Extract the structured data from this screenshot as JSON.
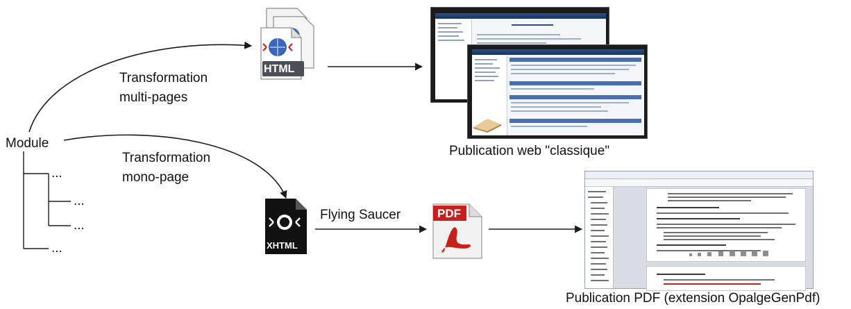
{
  "labels": {
    "module": "Module",
    "tree_items": [
      "...",
      "...",
      "...",
      "..."
    ],
    "transformation_multi": [
      "Transformation",
      "multi-pages"
    ],
    "transformation_mono": [
      "Transformation",
      "mono-page"
    ],
    "flying_saucer": "Flying Saucer",
    "html_icon_text": "HTML",
    "xhtml_icon_text": "XHTML",
    "pdf_icon_text": "PDF",
    "publication_web": "Publication web \"classique\"",
    "publication_pdf": "Publication PDF (extension OpalgeGenPdf)"
  },
  "colors": {
    "stroke": "#1a1a1a",
    "html_blue": "#3a66b8",
    "pdf_red": "#c8201c",
    "xhtml_dark": "#111111"
  }
}
